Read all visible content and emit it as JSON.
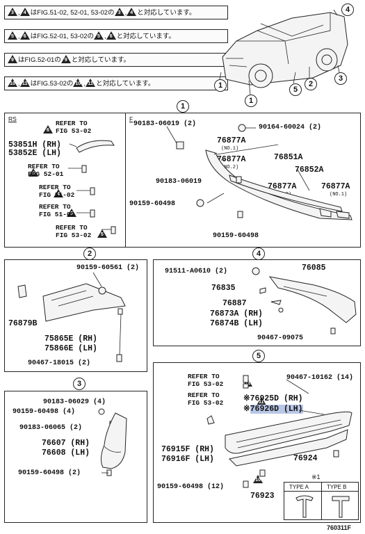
{
  "notes": [
    {
      "a": "3",
      "b": "4",
      "text": "はFIG.51-02, 52-01, 53-02の",
      "c": "3",
      "d": "4",
      "tail": "と対応しています。"
    },
    {
      "a": "5",
      "b": "6",
      "text": "はFIG.52-01, 53-02の",
      "c": "5",
      "d": "6",
      "tail": "と対応しています。"
    },
    {
      "a": "9",
      "b": "",
      "text": "はFIG.52-01の",
      "c": "9",
      "d": "",
      "tail": "と対応しています。"
    },
    {
      "a": "10",
      "b": "11",
      "text": "はFIG.53-02の",
      "c": "10",
      "d": "11",
      "tail": "と対応しています。"
    }
  ],
  "car_callouts": [
    "1",
    "2",
    "3",
    "4",
    "5",
    "1"
  ],
  "main_callout": "1",
  "rs": {
    "tag": "RS",
    "ref1": {
      "num": "6",
      "text": "REFER TO\nFIG 53-02"
    },
    "parts": [
      "53851H (RH)",
      "53852E (LH)"
    ],
    "ref2": {
      "num": "9",
      "text": "REFER TO\nFIG 52-01"
    },
    "ref3": {
      "num": "4",
      "text": "REFER TO\nFIG 51-02"
    },
    "ref4": {
      "num": "3",
      "text": "REFER TO\nFIG 51-02"
    },
    "ref5": {
      "num": "5",
      "text": "REFER TO\nFIG 53-02"
    }
  },
  "f": {
    "tag": "F",
    "p1": "90183-06019 (2)",
    "p2": "90164-60024 (2)",
    "p3": "76877A",
    "p3n": "(NO.1)",
    "p4": "76877A",
    "p4n": "(NO.2)",
    "p5": "76851A",
    "p6": "76852A",
    "p7": "90183-06019",
    "p8": "76877A",
    "p8n": "(NO.2)",
    "p9": "76877A",
    "p9n": "(NO.1)",
    "p10": "90159-60498",
    "p11": "90159-60498"
  },
  "s2": {
    "num": "2",
    "p1": "90159-60561 (2)",
    "p2": "76879B",
    "p3": "75865E (RH)",
    "p4": "75866E (LH)",
    "p5": "90467-18015 (2)"
  },
  "s3": {
    "num": "3",
    "p1": "90183-06029 (4)",
    "p2": "90159-60498 (4)",
    "p3": "90183-06065 (2)",
    "p4": "76607 (RH)",
    "p5": "76608 (LH)",
    "p6": "90159-60498 (2)"
  },
  "s4": {
    "num": "4",
    "p1": "91511-A0610 (2)",
    "p2": "76085",
    "p3": "76835",
    "p4": "76887",
    "p5": "76873A (RH)",
    "p6": "76874B (LH)",
    "p7": "90467-09075"
  },
  "s5": {
    "num": "5",
    "ref1": {
      "num": "11",
      "text": "REFER TO\nFIG 53-02"
    },
    "ref2": {
      "num": "11",
      "text": "REFER TO\nFIG 53-02"
    },
    "p1": "90467-10162 (14)",
    "p2": "76925D (RH)",
    "p3": "76926D (LH)",
    "p4": "76915F (RH)",
    "p5": "76916F (LH)",
    "p6": "76924",
    "ref3num": "10",
    "p7": "90159-60498 (12)",
    "p8": "76923",
    "star": "※",
    "typebox": {
      "title": "※1",
      "a": "TYPE A",
      "b": "TYPE B"
    }
  },
  "figure_id": "760311F"
}
